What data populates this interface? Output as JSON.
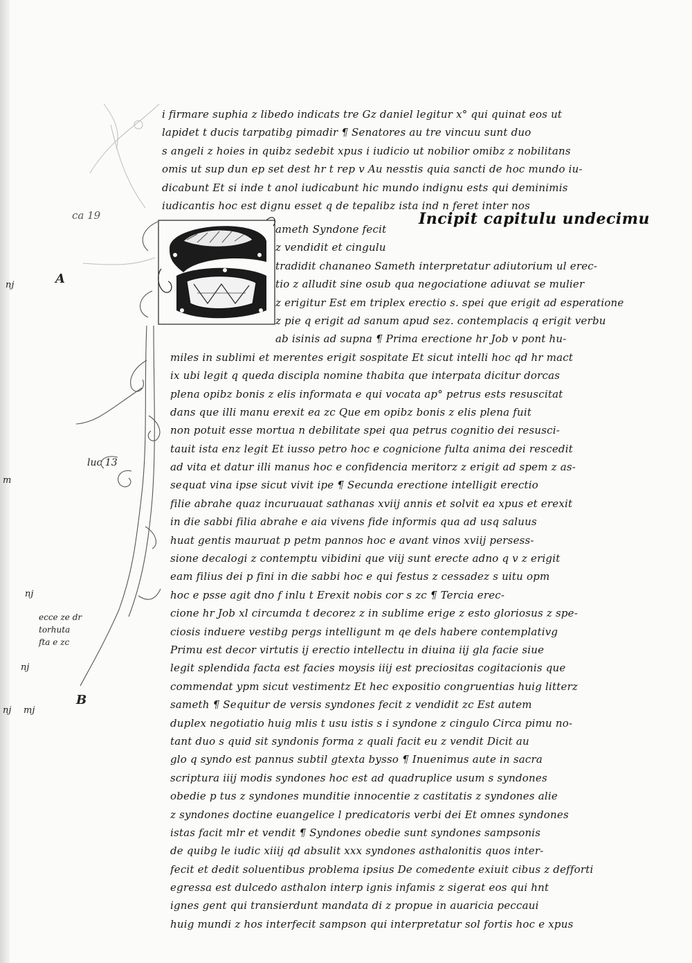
{
  "page": {
    "background": "#fbfbfa",
    "ink": "#181818"
  },
  "top_lines": [
    "i firmare suphia z libedo indicats tre  Gz daniel legitur x° qui quinat eos ut",
    "lapidet t ducis tarpatibg pimadir  ¶ Senatores au tre vincuu sunt duo",
    "s angeli z hoies  in quibz sedebit xpus i iudicio ut nobilior omibz z nobilitans",
    "omis ut sup dun ep set dest hr t rep  v Au nesstis quia sancti de hoc mundo iu-",
    "dicabunt  Et si  inde  t anol iudicabunt  hic mundo indignu ests qui deminimis",
    "iudicantis hoc est dignu esset q de tepalibz ista ind n feret inter nos"
  ],
  "rubric": "Incipit capitulu undecimu",
  "main_lines": [
    "ameth Syndone fecit",
    "z vendidit et cingulu",
    "tradidit chananeo Sameth interpretatur adiutorium ul erec-",
    "tio z alludit sine osub qua negociatione adiuvat se mulier",
    "z erigitur Est em triplex erectio s. spei que erigit ad esperatione",
    "z pie q erigit ad sanum apud sez. contemplacis q erigit verbu",
    "ab isinis ad supna  ¶ Prima erectione hr Job v pont hu-",
    "miles in sublimi et merentes erigit sospitate Et sicut intelli hoc qd hr mact",
    "ix ubi legit q queda discipla nomine thabita que interpata dicitur dorcas",
    "plena opibz bonis z elis informata e qui vocata ap° petrus ests resuscitat",
    "dans que illi manu erexit ea zc Que em opibz bonis z elis plena fuit",
    "non potuit esse mortua n debilitate spei qua petrus cognitio dei resusci-",
    "tauit ista enz legit Et iusso petro hoc e cognicione fulta anima dei rescedit",
    "ad vita et datur illi manus hoc e confidencia meritorz z erigit ad spem z as-",
    "sequat vina ipse sicut vivit ipe  ¶ Secunda erectione intelligit erectio",
    "filie abrahe quaz incuruauat sathanas xviij annis et solvit ea xpus et erexit",
    "in die sabbi filia abrahe e aia vivens fide informis qua ad usq saluus",
    "huat gentis mauruat p petm pannos hoc e avant vinos xviij persess-",
    "sione decalogi z contemptu vibidini que viij sunt erecte adno q v z erigit",
    "eam filius dei p fini in die sabbi hoc e qui festus z cessadez s uitu opm",
    "hoc e psse agit dno f inlu t Erexit nobis cor s zc ¶ Tercia erec-",
    "cione hr Job xl circumda t decorez z in sublime erige z esto gloriosus z spe-",
    "ciosis induere vestibg pergs intelligunt m qe dels habere contemplativg",
    "Primu est decor virtutis ij erectio intellectu in diuina iij gla facie siue",
    "legit splendida facta est facies moysis iiij est preciositas cogitacionis que",
    "commendat ypm sicut vestimentz Et hec expositio congruentias huig litterz",
    "sameth  ¶ Sequitur de versis syndones fecit z vendidit zc Est autem",
    "duplex negotiatio huig mlis t usu istis s i syndone z cingulo Circa pimu no-",
    "tant duo s quid sit syndonis forma z quali facit eu z vendit Dicit au",
    "glo q syndo est pannus subtil gtexta bysso ¶ Inuenimus aute in sacra",
    "scriptura iiij modis syndones hoc est ad quadruplice usum s syndones",
    "obedie p tus z syndones munditie innocentie z castitatis z syndones alie",
    "z syndones doctine euangelice l predicatoris verbi dei Et omnes syndones",
    "istas facit mlr et vendit  ¶ Syndones obedie sunt syndones sampsonis",
    "de quibg le iudic xiiij qd absulit xxx syndones asthalonitis quos inter-",
    "fecit et dedit soluentibus problema ipsius  De comedente exiuit cibus z defforti",
    "egressa est dulcedo asthalon interp ignis infamis z sigerat eos qui hnt",
    "ignes gent qui transierdunt mandata di z propue in auaricia peccaui",
    "huig mundi z hos interfecit sampson qui interpretatur sol fortis hoc e xpus"
  ],
  "margin_notes": {
    "folio_ref": "ca 19",
    "letter_a": "A",
    "num_a": "nj",
    "luc_ref": "luc 13",
    "num_b": "m",
    "num_c": "nj",
    "gloss_1": "ecce ze dr",
    "gloss_2": "torhuta",
    "gloss_3": "fta e zc",
    "num_d": "nj",
    "num_e": "mj",
    "letter_b": "B",
    "num_f": "nj"
  }
}
